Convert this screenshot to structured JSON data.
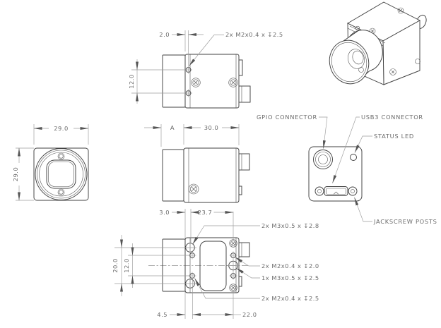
{
  "colors": {
    "object_line": "#414141",
    "dimension_line": "#9b9b9b",
    "text": "#6b6b6b",
    "arrowhead": "#555555",
    "background": "#ffffff"
  },
  "views": {
    "top": {
      "dim_edge_to_hole": "2.0",
      "dim_hole_spacing": "12.0",
      "note_side_screws": "2x M2x0.4 x ↧2.5"
    },
    "front": {
      "dim_width": "29.0",
      "dim_height": "29.0"
    },
    "side": {
      "dim_lens_length": "A",
      "dim_body_length": "30.0"
    },
    "back": {
      "label_gpio": "GPIO CONNECTOR",
      "label_usb3": "USB3 CONNECTOR",
      "label_status_led": "STATUS LED",
      "label_jackscrew": "JACKSCREW POSTS"
    },
    "bottom": {
      "dim_edge_to_hole": "3.0",
      "dim_hole_span_top": "23.7",
      "dim_m3_spacing": "20.0",
      "dim_m2_spacing": "12.0",
      "dim_edge_to_hole_bottom": "4.5",
      "dim_hole_span_bottom": "22.0",
      "note_top_m3": "2x M3x0.5 x ↧2.8",
      "note_right_m2": "2x M2x0.4 x ↧2.0",
      "note_center_m3": "1x M3x0.5 x ↧2.5",
      "note_bottom_m2": "2x M2x0.4 x ↧2.5"
    }
  }
}
